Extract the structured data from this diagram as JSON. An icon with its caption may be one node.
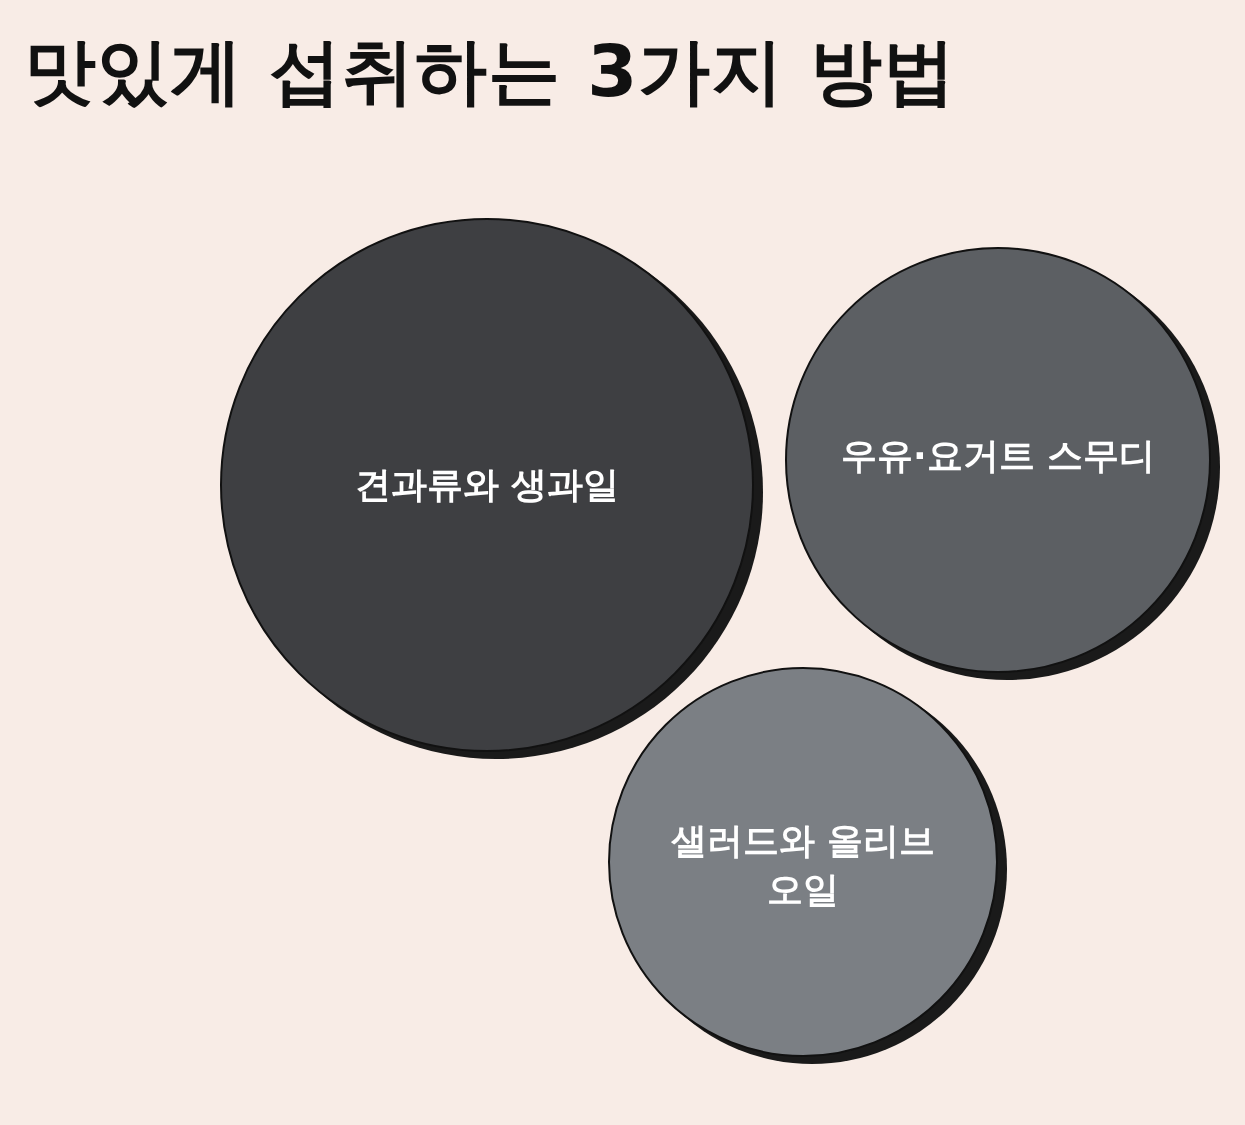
{
  "diagram": {
    "title": "맛있게 섭취하는 3가지 방법",
    "nodes": [
      {
        "text": [
          "견과류와 생과일"
        ]
      },
      {
        "text": [
          "우유·요거트 스무디"
        ]
      },
      {
        "text": [
          "샐러드와 올리브 오일"
        ]
      }
    ]
  }
}
